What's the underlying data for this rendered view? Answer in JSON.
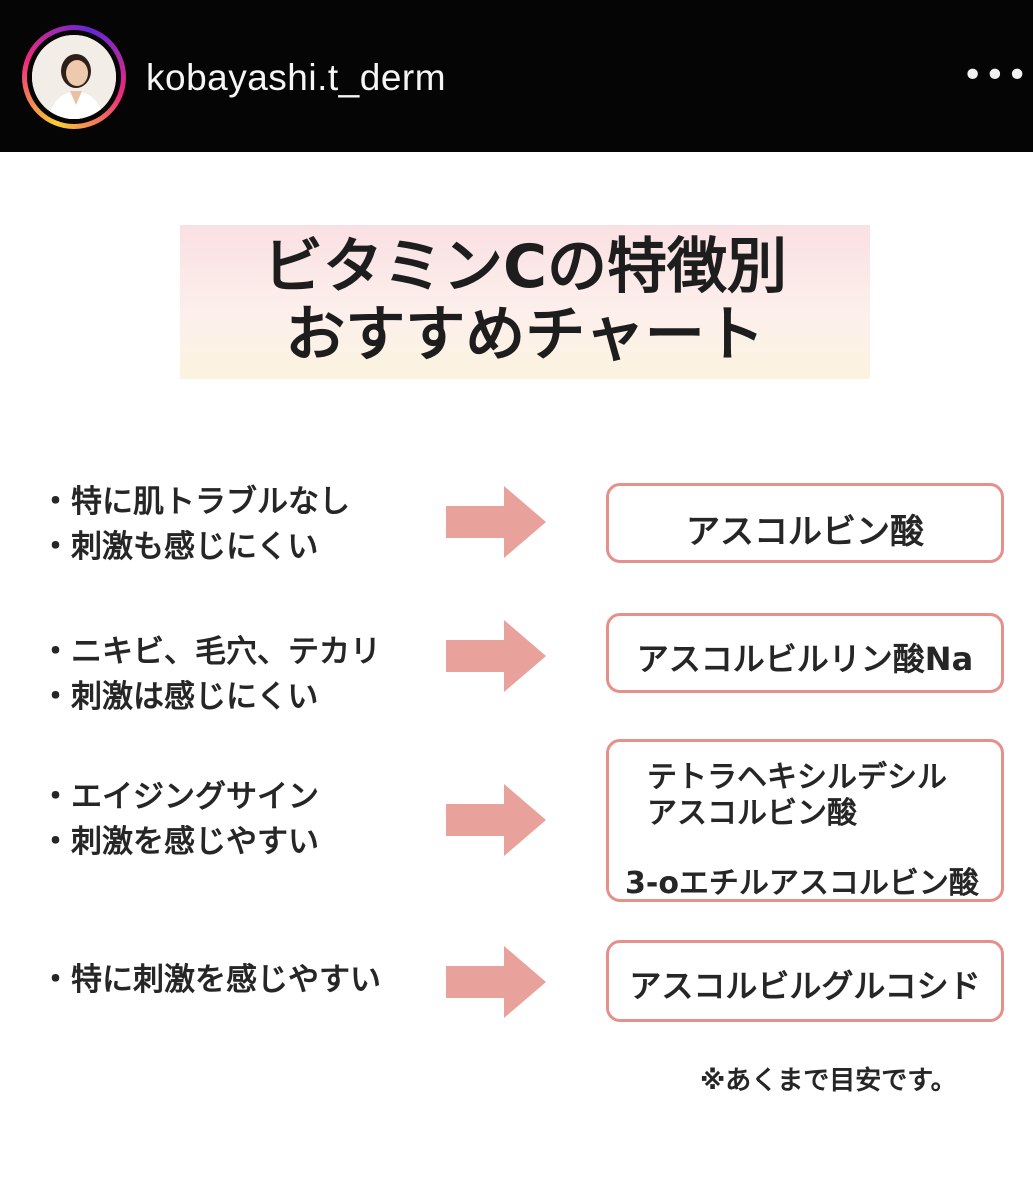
{
  "header": {
    "username": "kobayashi.t_derm",
    "more_label": "•••"
  },
  "title": {
    "line1": "ビタミンCの特徴別",
    "line2": "おすすめチャート"
  },
  "rows": [
    {
      "conditions": [
        "・特に肌トラブルなし",
        "・刺激も感じにくい"
      ],
      "results": [
        "アスコルビン酸"
      ]
    },
    {
      "conditions": [
        "・ニキビ、毛穴、テカリ",
        "・刺激は感じにくい"
      ],
      "results": [
        "アスコルビルリン酸Na"
      ]
    },
    {
      "conditions": [
        "・エイジングサイン",
        "・刺激を感じやすい"
      ],
      "results": [
        "テトラヘキシルデシル",
        "アスコルビン酸",
        "3-oエチルアスコルビン酸"
      ]
    },
    {
      "conditions": [
        "・特に刺激を感じやすい"
      ],
      "results": [
        "アスコルビルグルコシド"
      ]
    }
  ],
  "note": "※あくまで目安です。",
  "colors": {
    "arrow": "#e8a29b",
    "box_border": "#e5908a"
  },
  "icons": {
    "arrow": "right-arrow-icon",
    "more": "more-options-icon"
  }
}
